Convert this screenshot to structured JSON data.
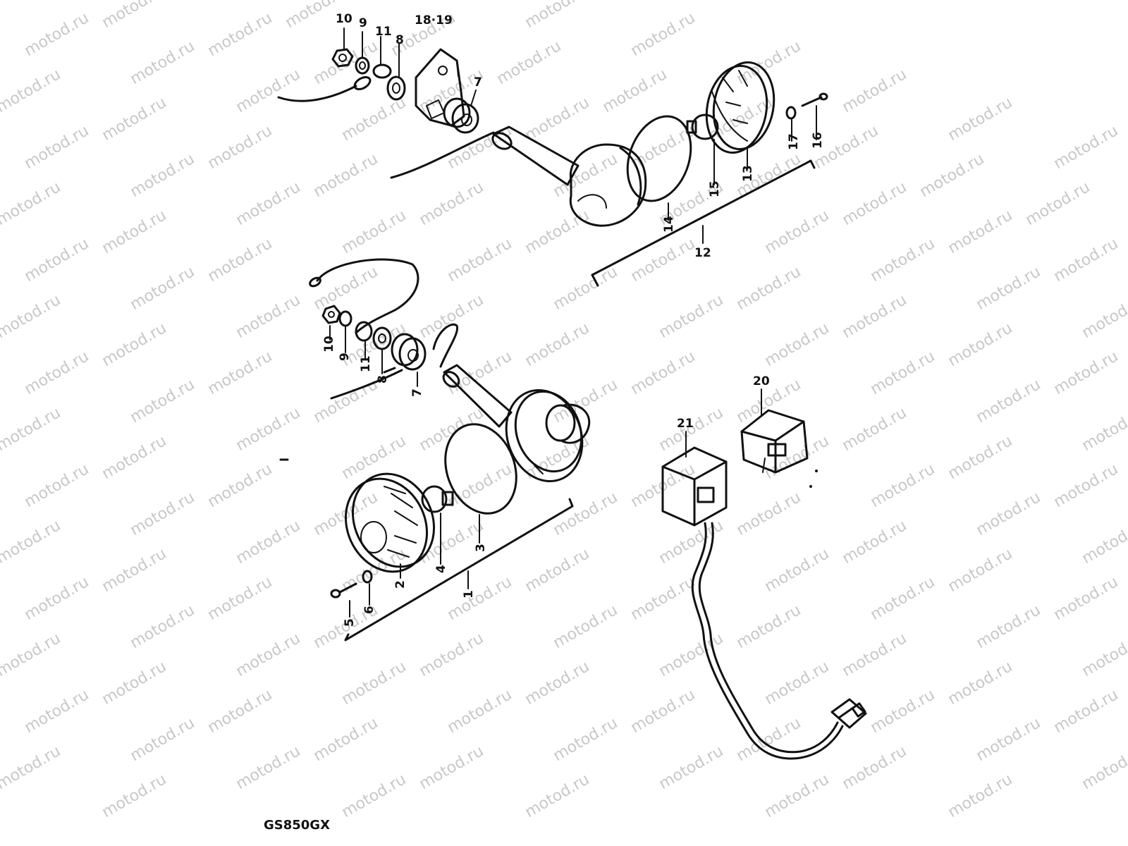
{
  "watermark": {
    "text": "motod.ru"
  },
  "model_code": "GS850GX",
  "callouts": {
    "n1": "1",
    "n2": "2",
    "n3": "3",
    "n4": "4",
    "n5": "5",
    "n6": "6",
    "n7a": "7",
    "n7b": "7",
    "n8a": "8",
    "n8b": "8",
    "n9a": "9",
    "n9b": "9",
    "n10a": "10",
    "n10b": "10",
    "n11a": "11",
    "n11b": "11",
    "n12": "12",
    "n13": "13",
    "n14": "14",
    "n15": "15",
    "n16": "16",
    "n17": "17",
    "n1819": "18·19",
    "n20": "20",
    "n21": "21"
  }
}
